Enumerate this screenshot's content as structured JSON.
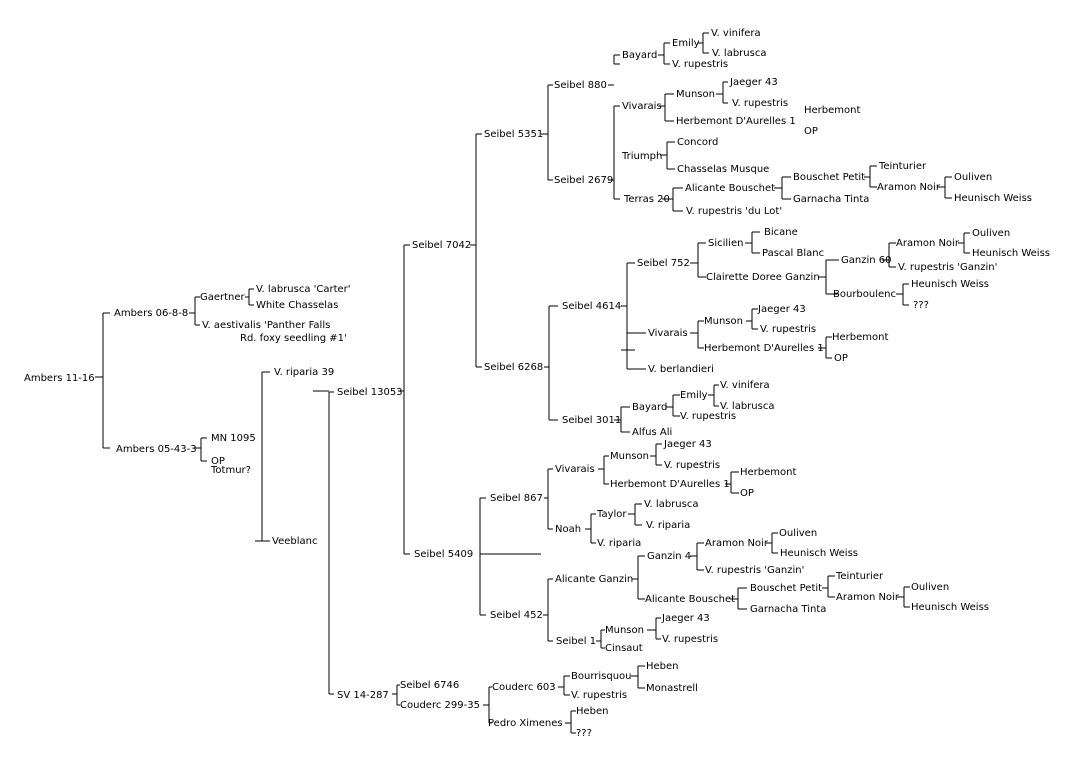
{
  "root": "Ambers 11-16",
  "labels": {
    "n_ambers_06_8_8": "Ambers 06-8-8",
    "n_gaertner": "Gaertner",
    "n_v_labrusca_carter": "V. labrusca 'Carter'",
    "n_white_chasselas": "White Chasselas",
    "n_v_aestivalis_panther": "V. aestivalis 'Panther Falls",
    "n_rd_foxy": "Rd. foxy  seedling #1'",
    "n_ambers_05_43_3": "Ambers 05-43-3",
    "n_mn_1095": "MN 1095",
    "n_op_tot": "OP",
    "n_totmur": "Totmur?",
    "n_v_riparia_39": "V. riparia 39",
    "n_veeblanc": "Veeblanc",
    "n_seibel_13053": "Seibel 13053",
    "n_sv_14_287": "SV 14-287",
    "n_seibel_7042": "Seibel 7042",
    "n_seibel_5409": "Seibel 5409",
    "n_seibel_5351": "Seibel 5351",
    "n_seibel_6268": "Seibel 6268",
    "n_seibel_880": "Seibel 880",
    "n_seibel_2679": "Seibel 2679",
    "n_bayard_a": "Bayard",
    "n_emily_a": "Emily",
    "n_v_vinifera_a": "V. vinifera",
    "n_v_labrusca_a": "V. labrusca",
    "n_v_rupestris_a": "V. rupestris",
    "n_vivarais_a": "Vivarais",
    "n_munson_a": "Munson",
    "n_jaeger_a": "Jaeger 43",
    "n_v_rupestris_b": "V. rupestris",
    "n_herbemont_da_a": "Herbemont D'Aurelles 1",
    "n_herbemont_a": "Herbemont",
    "n_op_a": "OP",
    "n_triumph": "Triumph",
    "n_concord": "Concord",
    "n_chasselas_musque": "Chasselas Musque",
    "n_terras_20": "Terras 20",
    "n_alicante_bouschet_a": "Alicante Bouschet",
    "n_bouschet_petit_a": "Bouschet Petit",
    "n_teinturier_a": "Teinturier",
    "n_aramon_noir_a": "Aramon Noir",
    "n_ouliven_a": "Ouliven",
    "n_heunisch_a": "Heunisch Weiss",
    "n_garnacha_a": "Garnacha Tinta",
    "n_v_rupestris_dulot": "V. rupestris 'du Lot'",
    "n_seibel_4614": "Seibel 4614",
    "n_seibel_752": "Seibel 752",
    "n_sicilien": "Sicilien",
    "n_bicane": "Bicane",
    "n_pascal_blanc": "Pascal Blanc",
    "n_clairette": "Clairette Doree Ganzin",
    "n_ganzin_60": "Ganzin 60",
    "n_aramon_noir_b": "Aramon Noir",
    "n_ouliven_b": "Ouliven",
    "n_heunisch_b": "Heunisch Weiss",
    "n_v_rupestris_ganzin_a": "V. rupestris 'Ganzin'",
    "n_bourboulenc": "Bourboulenc",
    "n_heunisch_c": "Heunisch Weiss",
    "n_qqq_a": "???",
    "n_vivarais_b": "Vivarais",
    "n_munson_b": "Munson",
    "n_jaeger_b": "Jaeger 43",
    "n_v_rupestris_c": "V. rupestris",
    "n_herbemont_da_b": "Herbemont D'Aurelles 1",
    "n_herbemont_b": "Herbemont",
    "n_op_b": "OP",
    "n_v_berlandieri": "V. berlandieri",
    "n_seibel_3011": "Seibel 3011",
    "n_bayard_b": "Bayard",
    "n_emily_b": "Emily",
    "n_v_vinifera_b": "V. vinifera",
    "n_v_labrusca_b": "V. labrusca",
    "n_v_rupestris_d": "V. rupestris",
    "n_alfus_ali": "Alfus Ali",
    "n_seibel_867": "Seibel 867",
    "n_vivarais_c": "Vivarais",
    "n_munson_c": "Munson",
    "n_jaeger_c": "Jaeger 43",
    "n_v_rupestris_e": "V. rupestris",
    "n_herbemont_da_c": "Herbemont D'Aurelles 1",
    "n_herbemont_c": "Herbemont",
    "n_op_c": "OP",
    "n_noah": "Noah",
    "n_taylor": "Taylor",
    "n_v_labrusca_c": "V. labrusca",
    "n_v_riparia_a": "V. riparia",
    "n_v_riparia_b": "V. riparia",
    "n_seibel_452": "Seibel 452",
    "n_alicante_ganzin": "Alicante Ganzin",
    "n_ganzin_4": "Ganzin 4",
    "n_aramon_noir_c": "Aramon Noir",
    "n_ouliven_c": "Ouliven",
    "n_heunisch_d": "Heunisch Weiss",
    "n_v_rupestris_ganzin_b": "V. rupestris 'Ganzin'",
    "n_alicante_bouschet_b": "Alicante Bouschet",
    "n_bouschet_petit_b": "Bouschet Petit",
    "n_teinturier_b": "Teinturier",
    "n_aramon_noir_d": "Aramon Noir",
    "n_ouliven_d": "Ouliven",
    "n_heunisch_e": "Heunisch Weiss",
    "n_garnacha_b": "Garnacha Tinta",
    "n_seibel_1": "Seibel 1",
    "n_munson_d": "Munson",
    "n_jaeger_d": "Jaeger 43",
    "n_v_rupestris_f": "V. rupestris",
    "n_cinsaut": "Cinsaut",
    "n_seibel_6746": "Seibel 6746",
    "n_couderc_299_35": "Couderc 299-35",
    "n_couderc_603": "Couderc 603",
    "n_bourrisquou": "Bourrisquou",
    "n_heben_a": "Heben",
    "n_monastrell": "Monastrell",
    "n_v_rupestris_g": "V. rupestris",
    "n_pedro_ximenes": "Pedro Ximenes",
    "n_heben_b": "Heben",
    "n_qqq_b": "???"
  }
}
